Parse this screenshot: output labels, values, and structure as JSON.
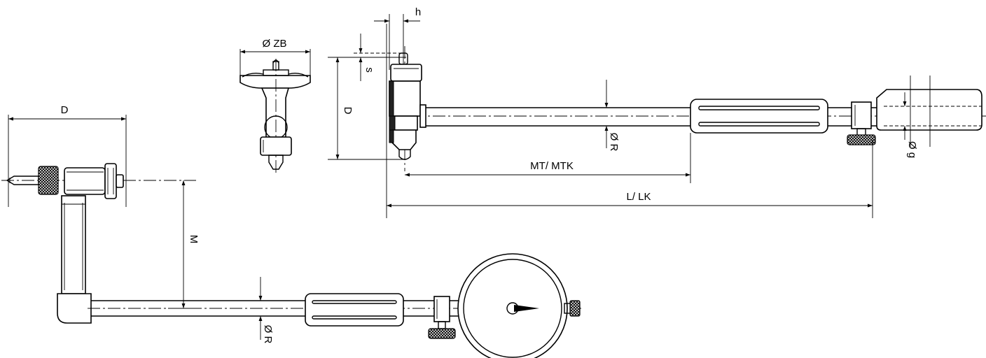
{
  "labels": {
    "d_left": "D",
    "m": "M",
    "r_left": "Ø R",
    "zb": "Ø ZB",
    "d_mid": "D",
    "s": "s",
    "h": "h",
    "r_right": "Ø R",
    "mt_mtk": "MT/ MTK",
    "l_lk": "L/ LK",
    "g": "Ø g"
  },
  "colors": {
    "ink": "#000000",
    "paper": "#ffffff"
  }
}
